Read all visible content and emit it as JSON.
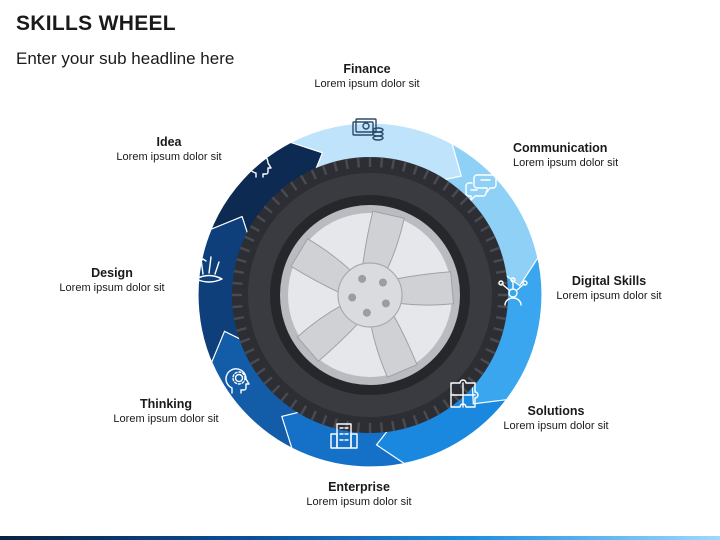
{
  "header": {
    "title": "SKILLS WHEEL",
    "subtitle": "Enter your sub headline here"
  },
  "colors": {
    "finance": "#bfe3fb",
    "communication": "#8fd0f7",
    "digital_skills": "#3aa6ef",
    "solutions": "#1b88e0",
    "enterprise": "#1570c8",
    "thinking": "#135ca8",
    "design": "#0f3f7a",
    "idea": "#0c2a52",
    "tire": "#2d2e33",
    "rim": "#b9bbc0"
  },
  "segments": [
    {
      "key": "finance",
      "title": "Finance",
      "desc": "Lorem ipsum dolor sit",
      "icon": "money-icon"
    },
    {
      "key": "communication",
      "title": "Communication",
      "desc": "Lorem ipsum dolor sit",
      "icon": "chat-bubbles-icon"
    },
    {
      "key": "digital_skills",
      "title": "Digital Skills",
      "desc": "Lorem ipsum dolor sit",
      "icon": "network-person-icon"
    },
    {
      "key": "solutions",
      "title": "Solutions",
      "desc": "Lorem ipsum dolor sit",
      "icon": "puzzle-icon"
    },
    {
      "key": "enterprise",
      "title": "Enterprise",
      "desc": "Lorem ipsum dolor sit",
      "icon": "building-icon"
    },
    {
      "key": "thinking",
      "title": "Thinking",
      "desc": "Lorem ipsum dolor sit",
      "icon": "head-gear-icon"
    },
    {
      "key": "design",
      "title": "Design",
      "desc": "Lorem ipsum dolor sit",
      "icon": "design-tools-icon"
    },
    {
      "key": "idea",
      "title": "Idea",
      "desc": "Lorem ipsum dolor sit",
      "icon": "head-bulb-icon"
    }
  ]
}
